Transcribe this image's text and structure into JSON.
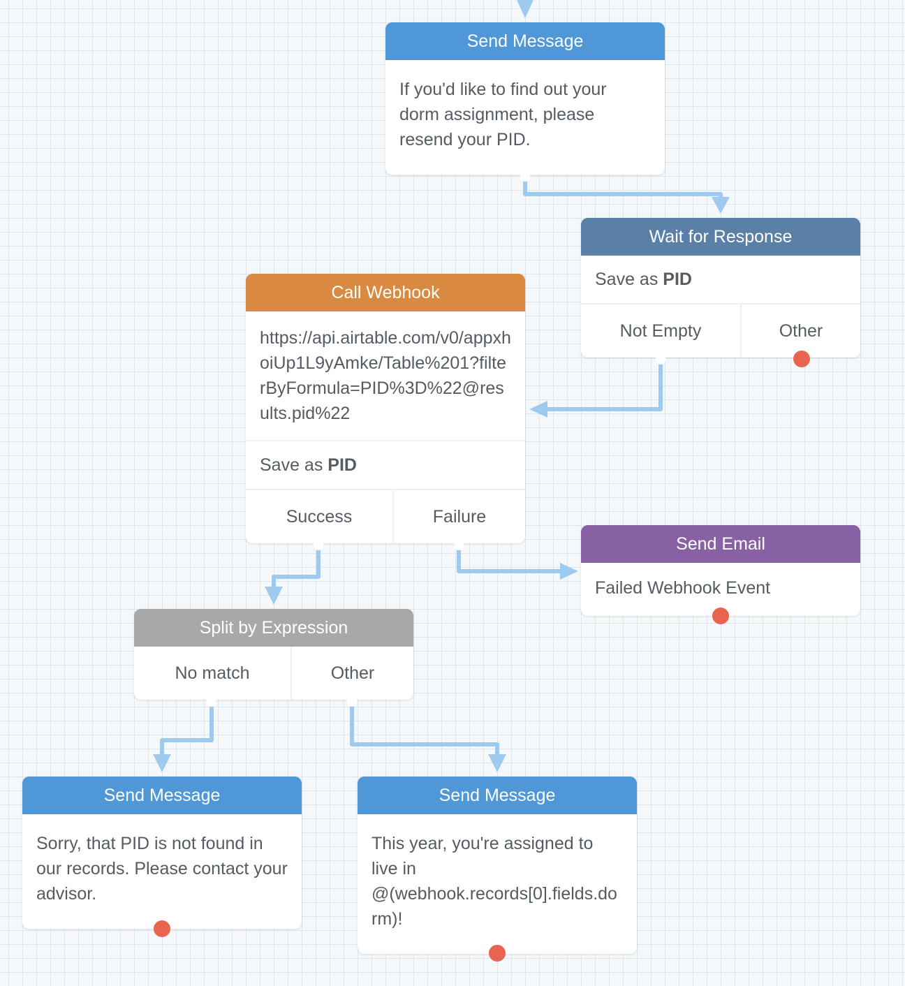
{
  "colors": {
    "send_message_header": "#4f97d6",
    "wait_response_header": "#5b80a8",
    "webhook_header": "#d98a40",
    "send_email_header": "#8761a4",
    "split_header": "#a8a8a8",
    "wire": "#9ecaf0",
    "exit_dot": "#e8644f",
    "grid": "#dfe6ec"
  },
  "nodes": {
    "send_message_top": {
      "title": "Send Message",
      "text": "If you'd like to find out your dorm assignment, please resend your PID."
    },
    "wait_response": {
      "title": "Wait for Response",
      "save_prefix": "Save as",
      "save_var": "PID",
      "exits": [
        "Not Empty",
        "Other"
      ]
    },
    "call_webhook": {
      "title": "Call Webhook",
      "url": "https://api.airtable.com/v0/appxhoiUp1L9yAmke/Table%201?filterByFormula=PID%3D%22@results.pid%22",
      "save_prefix": "Save as",
      "save_var": "PID",
      "exits": [
        "Success",
        "Failure"
      ]
    },
    "send_email": {
      "title": "Send Email",
      "text": "Failed Webhook Event"
    },
    "split_expression": {
      "title": "Split by Expression",
      "exits": [
        "No match",
        "Other"
      ]
    },
    "send_message_not_found": {
      "title": "Send Message",
      "text": "Sorry, that PID is not found in our records. Please contact your advisor."
    },
    "send_message_assigned": {
      "title": "Send Message",
      "text": "This year, you're assigned to live in @(webhook.records[0].fields.dorm)!"
    }
  }
}
